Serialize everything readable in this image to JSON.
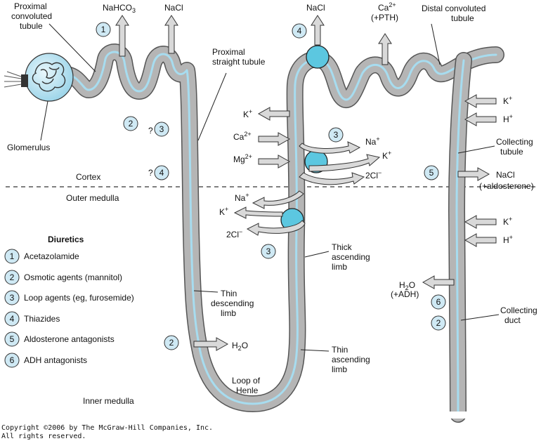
{
  "labels": {
    "proximal_convoluted": [
      "Proximal",
      "convoluted",
      "tubule"
    ],
    "nahco3": "NaHCO",
    "nahco3_sub": "3",
    "nacl_top1": "NaCl",
    "nacl_top2": "NaCl",
    "ca_top": "Ca",
    "ca_top_sup": "2+",
    "pth": "(+PTH)",
    "distal_convoluted": [
      "Distal convoluted",
      "tubule"
    ],
    "proximal_straight": [
      "Proximal",
      "straight tubule"
    ],
    "glomerulus": "Glomerulus",
    "cortex": "Cortex",
    "outer_medulla": "Outer medulla",
    "inner_medulla": "Inner medulla",
    "k": "K",
    "plus": "+",
    "ca": "Ca",
    "mg": "Mg",
    "two_plus": "2+",
    "na": "Na",
    "two_cl": "2Cl",
    "minus": "−",
    "h": "H",
    "collecting_tubule": [
      "Collecting",
      "tubule"
    ],
    "nacl_right": "NaCl",
    "aldosterone": "(+aldosterone)",
    "h2o": "H",
    "h2o_sub": "2",
    "h2o_o": "O",
    "adh": "(+ADH)",
    "collecting_duct": [
      "Collecting",
      "duct"
    ],
    "thick_ascending": [
      "Thick",
      "ascending",
      "limb"
    ],
    "thin_descending": [
      "Thin",
      "descending",
      "limb"
    ],
    "thin_ascending": [
      "Thin",
      "ascending",
      "limb"
    ],
    "loop_of_henle": [
      "Loop of",
      "Henle"
    ],
    "question": "?",
    "copyright": [
      "Copyright ©2006 by The McGraw-Hill Companies, Inc.",
      "All rights reserved."
    ]
  },
  "legend": {
    "title": "Diuretics",
    "items": [
      {
        "num": "1",
        "label": "Acetazolamide"
      },
      {
        "num": "2",
        "label": "Osmotic agents (mannitol)"
      },
      {
        "num": "3",
        "label": "Loop agents (eg, furosemide)"
      },
      {
        "num": "4",
        "label": "Thiazides"
      },
      {
        "num": "5",
        "label": "Aldosterone antagonists"
      },
      {
        "num": "6",
        "label": "ADH antagonists"
      }
    ]
  },
  "badges": {
    "b1": "1",
    "b2a": "2",
    "b3a": "3",
    "b4a": "4",
    "b4b": "4",
    "b3b": "3",
    "b3c": "3",
    "b5": "5",
    "b6": "6",
    "b2b": "2",
    "b2c": "2"
  },
  "colors": {
    "tubule_fill": "#b5b5b5",
    "tubule_edge": "#555555",
    "lumen": "#a7dcef",
    "badge": "#cfe9f4",
    "transporter": "#5cc7e0"
  }
}
